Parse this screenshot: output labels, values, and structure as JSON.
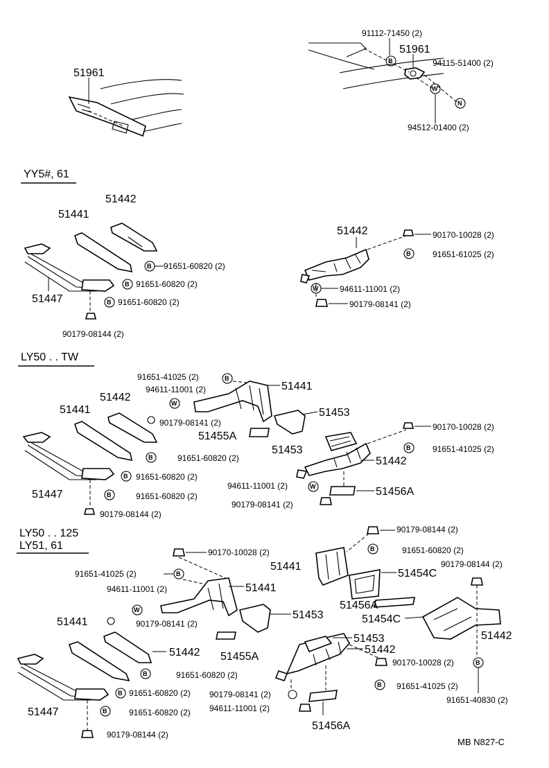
{
  "top": {
    "left_part": "51961",
    "right_part": "51961",
    "bolt": "91112-71450 (2)",
    "nut": "94115-51400 (2)",
    "washer": "94512-01400 (2)"
  },
  "yy": {
    "title": "YY5#, 61",
    "p51442_a": "51442",
    "p51441": "51441",
    "p51447": "51447",
    "b1": "91651-60820 (2)",
    "b2": "91651-60820 (2)",
    "b3": "91651-60820 (2)",
    "nut": "90179-08144 (2)",
    "p51442_b": "51442",
    "n1": "90170-10028 (2)",
    "b4": "91651-61025 (2)",
    "w1": "94611-11001 (2)",
    "n2": "90179-08141 (2)"
  },
  "ly_tw": {
    "title": "LY50 . . TW",
    "b_top": "91651-41025 (2)",
    "w_top": "94611-11001 (2)",
    "p51441_r": "51441",
    "n_top": "90179-08141 (2)",
    "p51453_a": "51453",
    "p51455a": "51455A",
    "p51442_l": "51442",
    "p51441_l": "51441",
    "p51447": "51447",
    "b1": "91651-60820 (2)",
    "b2": "91651-60820 (2)",
    "b3": "91651-60820 (2)",
    "nut": "90179-08144 (2)",
    "n1": "90170-10028 (2)",
    "b4": "91651-41025 (2)",
    "p51453_b": "51453",
    "p51442_r": "51442",
    "w2": "94611-11001 (2)",
    "p51456a": "51456A",
    "n2": "90179-08141 (2)"
  },
  "ly125": {
    "title1": "LY50 . . 125",
    "title2": "LY51, 61",
    "n_top": "90170-10028 (2)",
    "b_top": "91651-41025 (2)",
    "w_top": "94611-11001 (2)",
    "p51441_m": "51441",
    "n_mid": "90179-08141 (2)",
    "p51453_a": "51453",
    "p51455a": "51455A",
    "p51441_l": "51441",
    "p51442_l": "51442",
    "p51447": "51447",
    "b1": "91651-60820 (2)",
    "b2": "91651-60820 (2)",
    "b3": "91651-60820 (2)",
    "nut": "90179-08144 (2)",
    "r_nut1": "90179-08144 (2)",
    "r_b1": "91651-60820 (2)",
    "r_p51441": "51441",
    "r_nut2": "90179-08144 (2)",
    "r_p51454c_a": "51454C",
    "r_p51456a_a": "51456A",
    "r_p51454c_b": "51454C",
    "r_p51442_b": "51442",
    "r_p51453": "51453",
    "r_p51442": "51442",
    "r_n1": "90170-10028 (2)",
    "r_b2": "91651-41025 (2)",
    "r_b3": "91651-40830 (2)",
    "r_n2": "90179-08141 (2)",
    "r_w": "94611-11001 (2)",
    "r_p51456a_b": "51456A"
  },
  "footer": "MB N827-C"
}
